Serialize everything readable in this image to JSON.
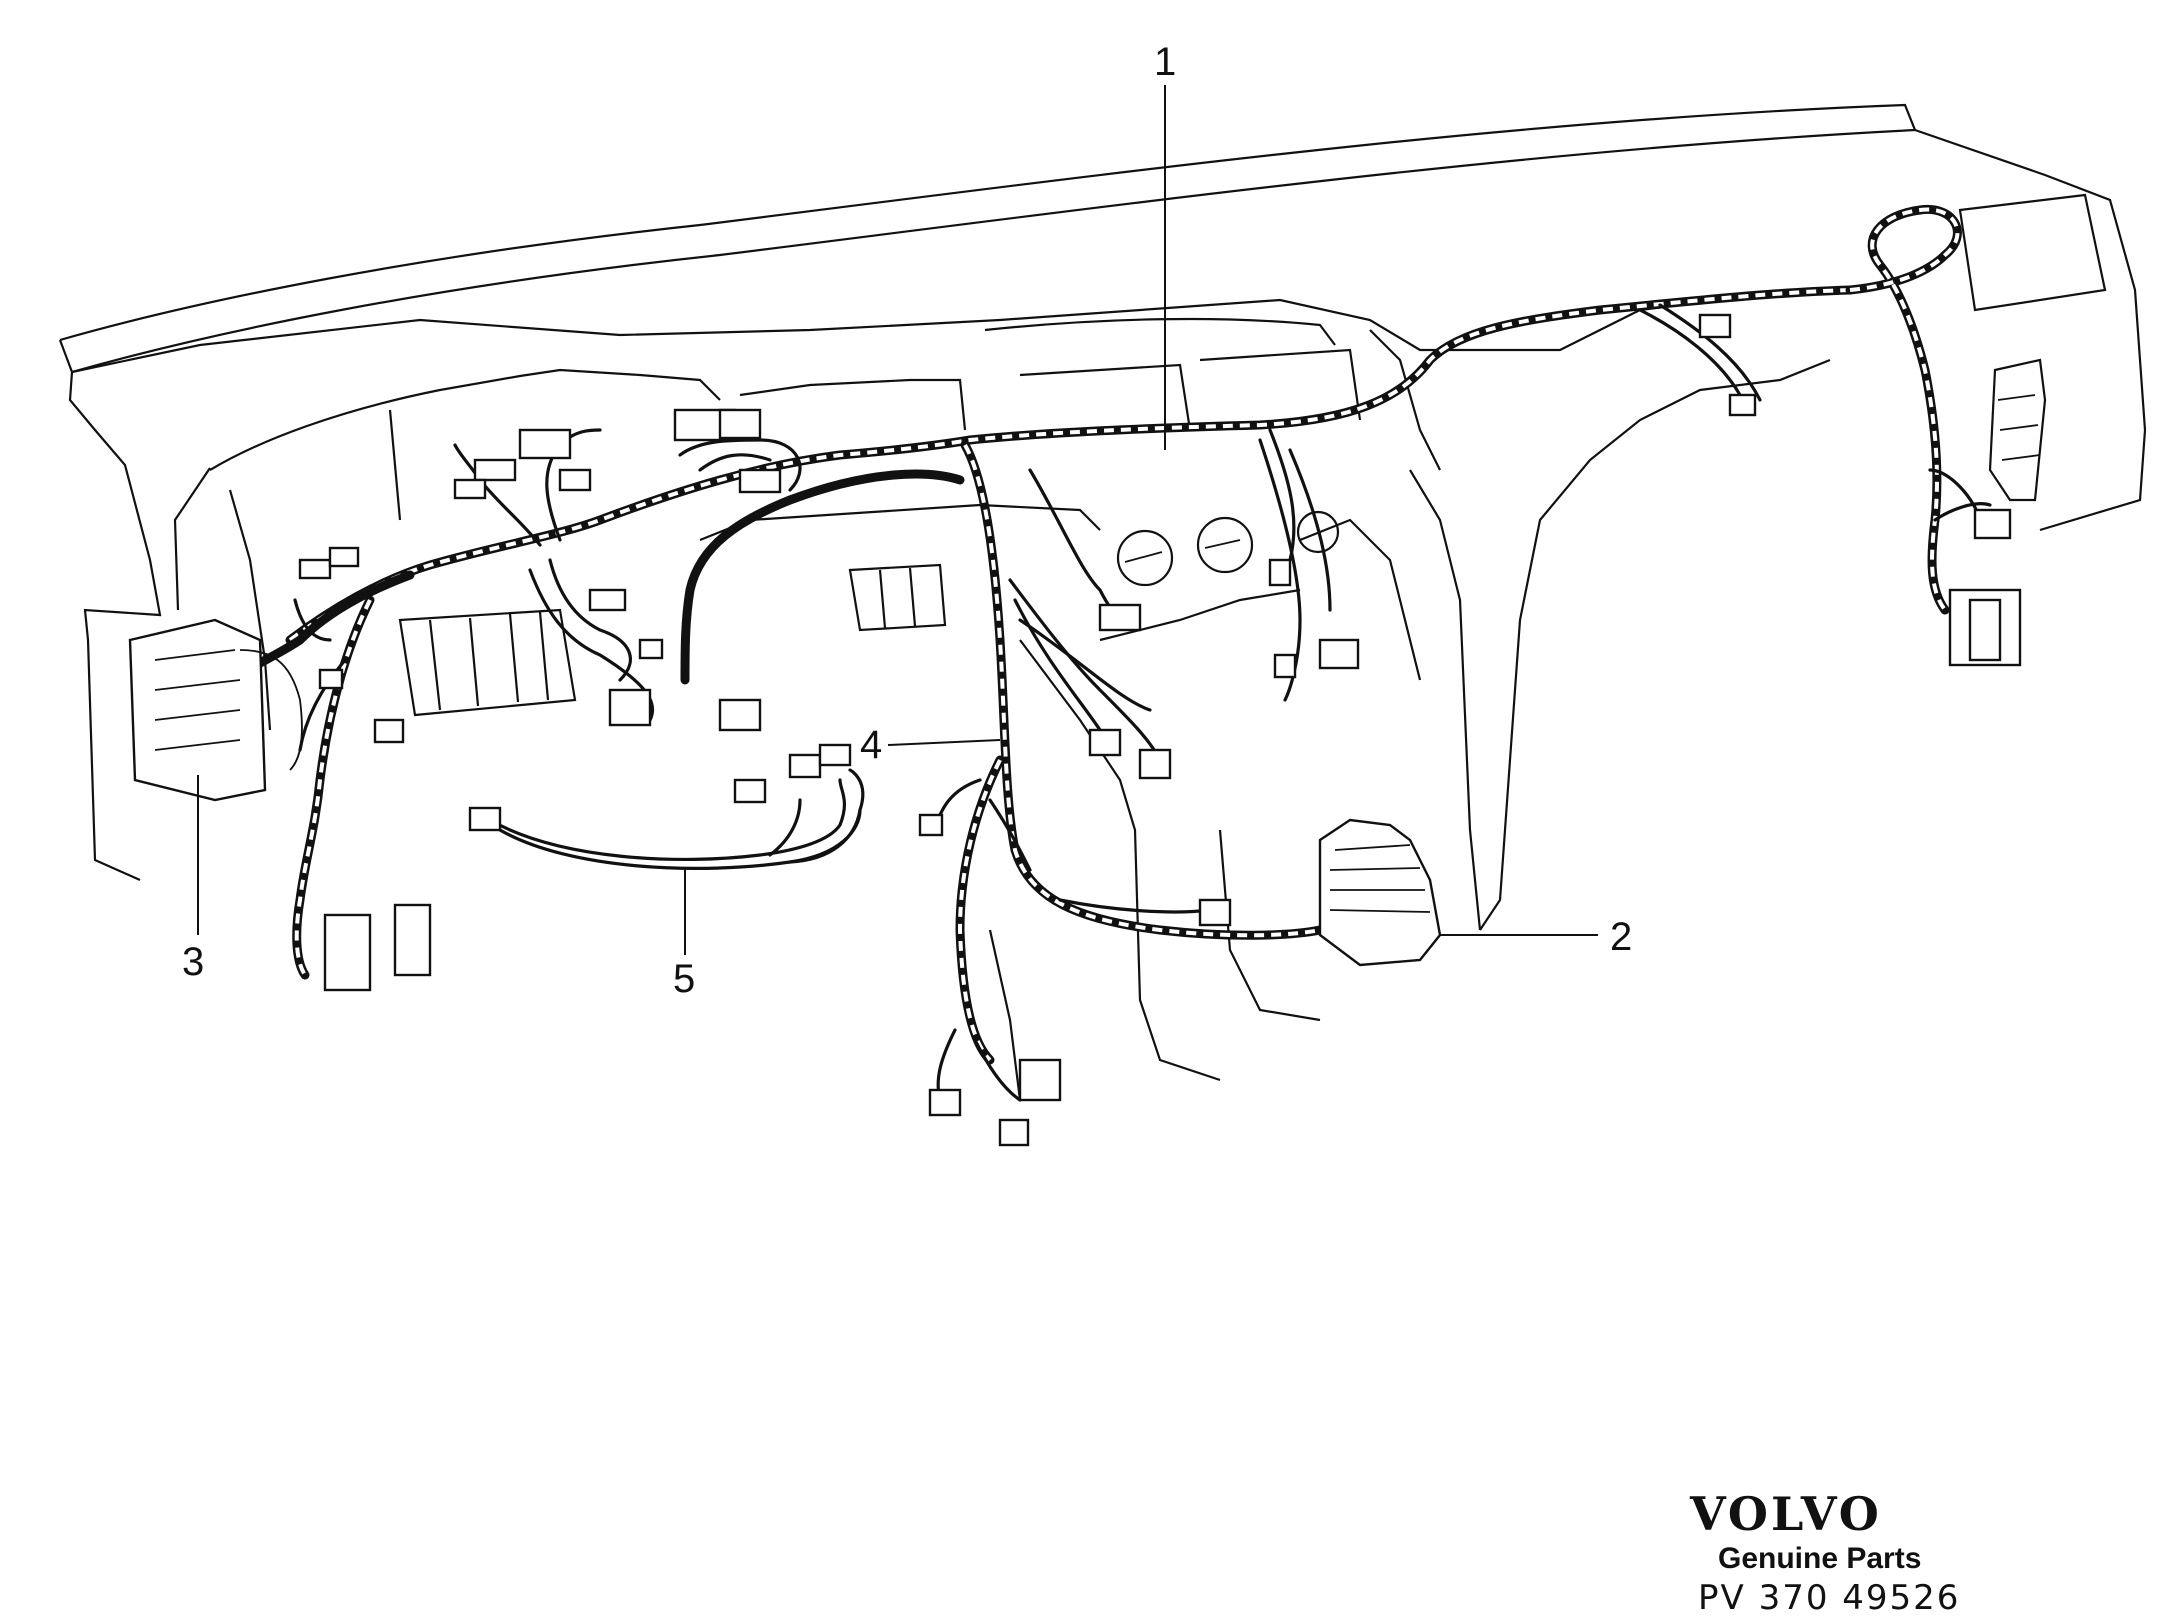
{
  "callouts": [
    {
      "id": "1",
      "label": "1"
    },
    {
      "id": "2",
      "label": "2"
    },
    {
      "id": "3",
      "label": "3"
    },
    {
      "id": "4",
      "label": "4"
    },
    {
      "id": "5",
      "label": "5"
    }
  ],
  "branding": {
    "logo_text": "VOLVO",
    "subtitle": "Genuine Parts",
    "part_code": "PV 370 49526"
  }
}
